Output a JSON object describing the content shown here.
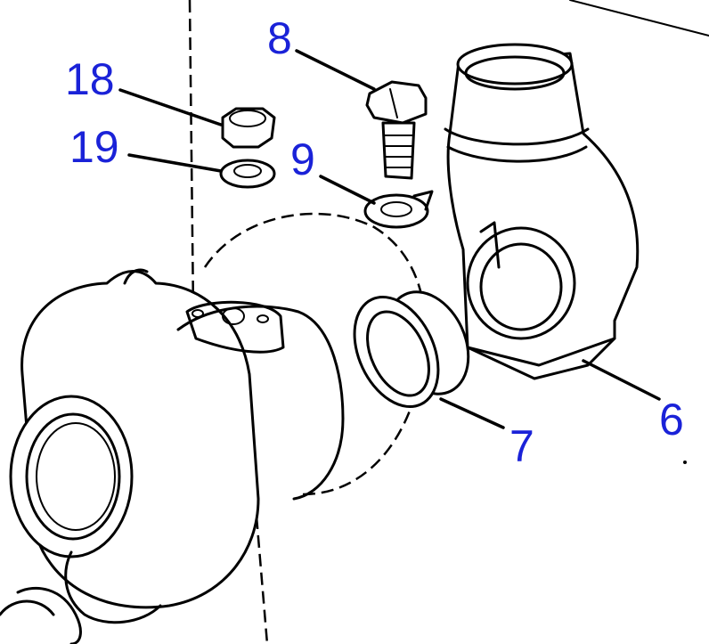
{
  "callouts": {
    "c8": "8",
    "c18": "18",
    "c19": "19",
    "c9": "9",
    "c6": "6",
    "c7": "7"
  },
  "colors": {
    "callout_text": "#1a22d8",
    "line_art": "#000000",
    "background": "#ffffff"
  }
}
